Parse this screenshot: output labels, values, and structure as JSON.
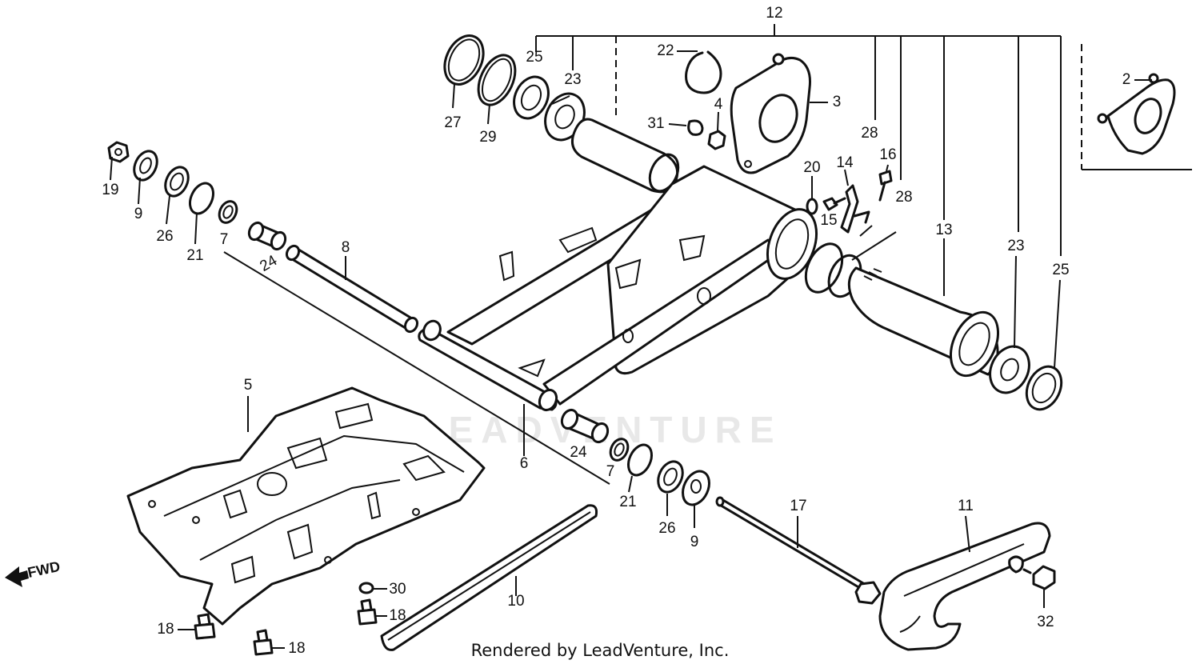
{
  "watermark": "LEADVENTURE",
  "credit": "Rendered by LeadVenture, Inc.",
  "direction_label": "FWD",
  "callouts": {
    "c12": "12",
    "c25a": "25",
    "c23a": "23",
    "c27": "27",
    "c29": "29",
    "c22": "22",
    "c3": "3",
    "c4": "4",
    "c31": "31",
    "c2": "2",
    "c28a": "28",
    "c28b": "28",
    "c16": "16",
    "c14": "14",
    "c20": "20",
    "c15": "15",
    "c13": "13",
    "c23b": "23",
    "c25b": "25",
    "c19": "19",
    "c9a": "9",
    "c26a": "26",
    "c21a": "21",
    "c7a": "7",
    "c24a": "24",
    "c8": "8",
    "c5": "5",
    "c6": "6",
    "c24b": "24",
    "c7b": "7",
    "c21b": "21",
    "c26b": "26",
    "c9b": "9",
    "c17": "17",
    "c11": "11",
    "c32": "32",
    "c10": "10",
    "c30": "30",
    "c18a": "18",
    "c18b": "18",
    "c18c": "18"
  }
}
